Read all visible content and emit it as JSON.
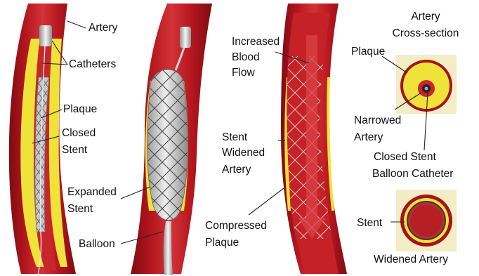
{
  "labels": {
    "artery": "Artery",
    "catheters": "Catheters",
    "plaque": "Plaque",
    "closed_stent_1": "Closed",
    "closed_stent_2": "Stent",
    "expanded_stent_1": "Expanded",
    "expanded_stent_2": "Stent",
    "balloon": "Balloon",
    "increased_flow_1": "Increased",
    "increased_flow_2": "Blood",
    "increased_flow_3": "Flow",
    "stent_widened_1": "Stent",
    "stent_widened_2": "Widened",
    "stent_widened_3": "Artery",
    "compressed_plaque_1": "Compressed",
    "compressed_plaque_2": "Plaque",
    "cross_section_1": "Artery",
    "cross_section_2": "Cross-section",
    "plaque_right": "Plaque",
    "narrowed_artery_1": "Narrowed",
    "narrowed_artery_2": "Artery",
    "closed_stent_balloon_1": "Closed Stent",
    "closed_stent_balloon_2": "Balloon Catheter",
    "stent_right": "Stent",
    "widened_artery": "Widened Artery"
  },
  "colors": {
    "artery_wall": "#a3141b",
    "artery_lumen": "#c8262c",
    "plaque": "#efe23a",
    "stent_mesh": "#9a9a9a",
    "balloon": "#c9c9c9",
    "cross_section_bg": "#f2edc4"
  }
}
